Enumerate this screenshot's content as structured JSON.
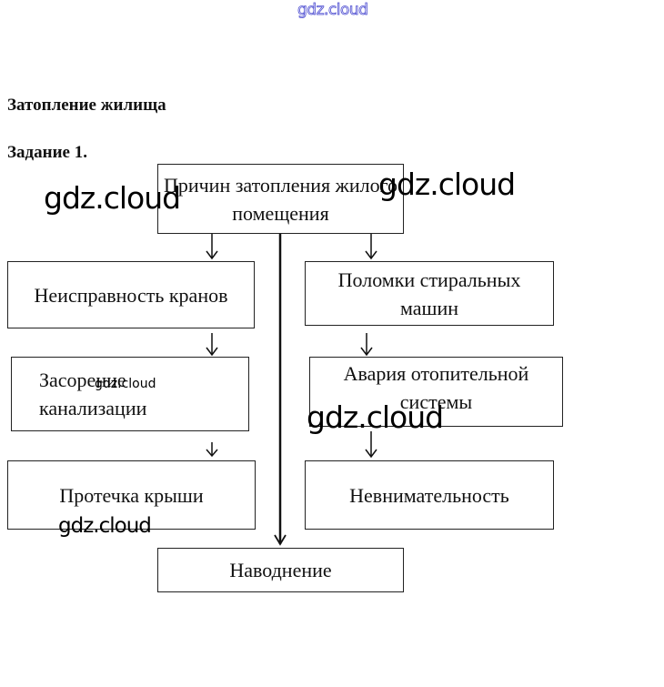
{
  "watermarks": {
    "top": "gdz.cloud",
    "overlay_1": "gdz.cloud",
    "overlay_2": "gdz.cloud",
    "overlay_3": "gdz.cloud",
    "overlay_4": "gdz.cloud",
    "overlay_5": "gdz.cloud"
  },
  "document": {
    "title": "Затопление жилища",
    "task": "Задание 1."
  },
  "diagram": {
    "root": "Причин затопления жилого помещения",
    "left": [
      "Неисправность кранов",
      "Засорение канализации",
      "Протечка крыши"
    ],
    "right": [
      "Поломки стиральных машин",
      "Авария отопительной системы",
      "Невнимательность"
    ],
    "bottom": "Наводнение"
  }
}
